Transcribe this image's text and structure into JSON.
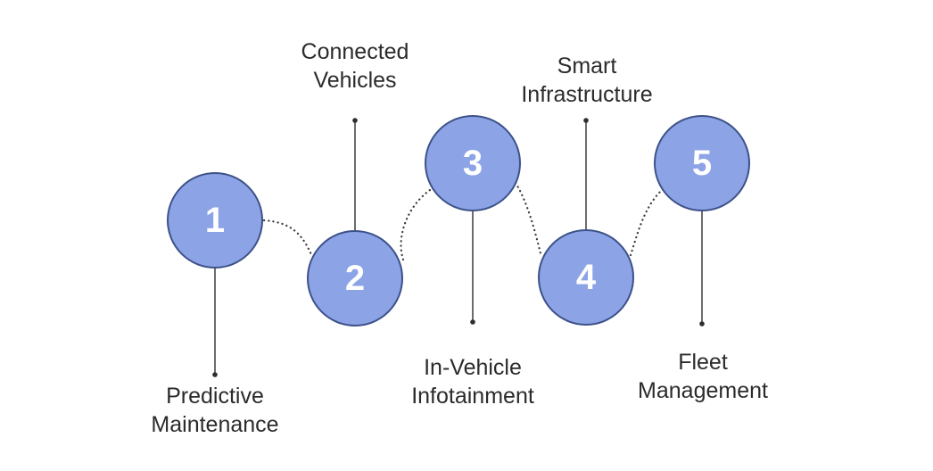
{
  "diagram": {
    "type": "process-flow",
    "background_color": "#ffffff",
    "node_fill_color": "#8ca4e6",
    "node_border_color": "#3d5189",
    "number_color": "#ffffff",
    "label_color": "#2b2b2b",
    "line_color": "#2e2e2e",
    "dotted_connector_color": "#3a3a3a",
    "steps": [
      {
        "number": "1",
        "label": "Predictive\nMaintenance",
        "label_position": "below"
      },
      {
        "number": "2",
        "label": "Connected\nVehicles",
        "label_position": "above"
      },
      {
        "number": "3",
        "label": "In-Vehicle\nInfotainment",
        "label_position": "below"
      },
      {
        "number": "4",
        "label": "Smart\nInfrastructure",
        "label_position": "above"
      },
      {
        "number": "5",
        "label": "Fleet\nManagement",
        "label_position": "below"
      }
    ]
  }
}
